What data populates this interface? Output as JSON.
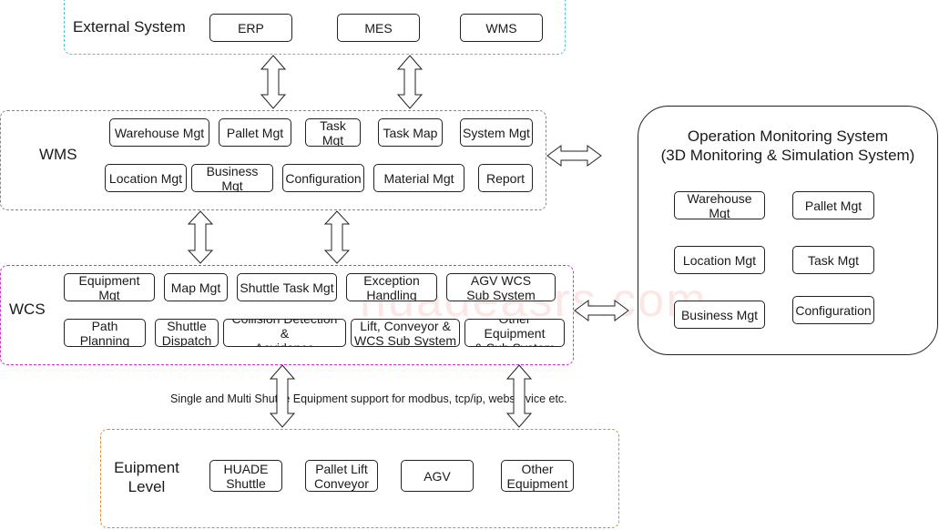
{
  "external": {
    "title": "External System",
    "items": [
      "ERP",
      "MES",
      "WMS"
    ]
  },
  "wms": {
    "title": "WMS",
    "row1": [
      "Warehouse Mgt",
      "Pallet Mgt",
      "Task Mgt",
      "Task Map",
      "System Mgt"
    ],
    "row2": [
      "Location Mgt",
      "Business Mgt",
      "Configuration",
      "Material Mgt",
      "Report"
    ]
  },
  "wcs": {
    "title": "WCS",
    "row1": [
      "Equipment Mgt",
      "Map Mgt",
      "Shuttle Task Mgt",
      "Exception\nHandling",
      "AGV WCS\nSub System"
    ],
    "row2": [
      "Path Planning",
      "Shuttle\nDispatch",
      "Collision Detection &\nAovidance",
      "Lift, Conveyor &\nWCS Sub System",
      "Other Equipment\n& Sub System"
    ]
  },
  "equipment": {
    "title": "Euipment\nLevel",
    "items": [
      "HUADE\nShuttle",
      "Pallet Lift\nConveyor",
      "AGV",
      "Other\nEquipment"
    ]
  },
  "monitoring": {
    "title": "Operation Monitoring System\n(3D Monitoring & Simulation System)",
    "items": [
      "Warehouse\nMgt",
      "Pallet Mgt",
      "Location Mgt",
      "Task Mgt",
      "Business Mgt",
      "Configuration"
    ]
  },
  "note": "Single and Multi Shuttle Equipment support for modbus, tcp/ip, webservice etc.",
  "watermark": "huadeasrs.com"
}
